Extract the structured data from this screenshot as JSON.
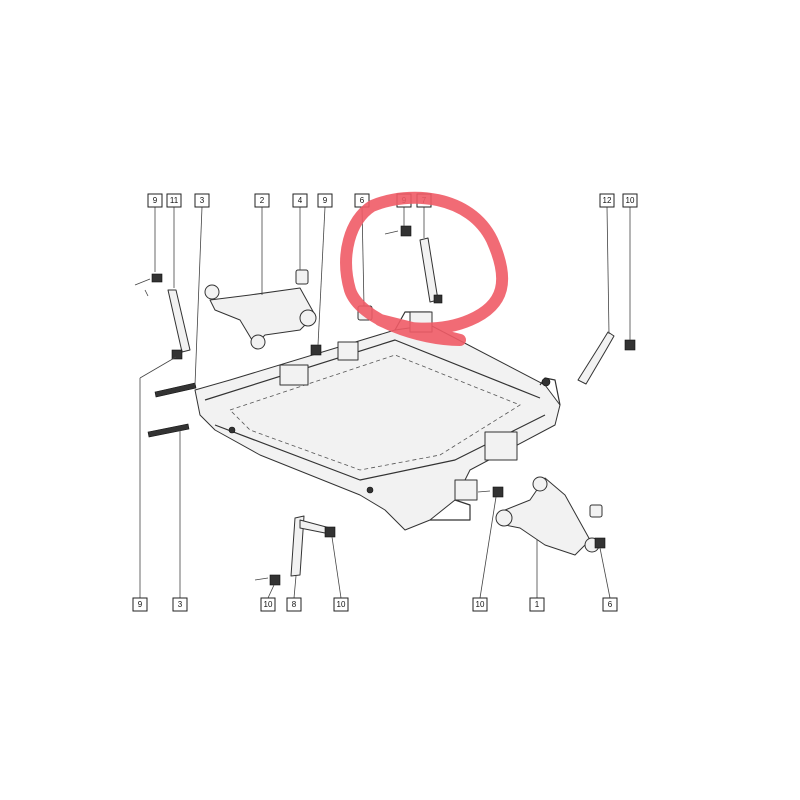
{
  "callouts": {
    "top": [
      "9",
      "11",
      "3",
      "2",
      "4",
      "9",
      "6",
      "9",
      "7",
      "12",
      "10"
    ],
    "bottom_left": [
      "9",
      "3"
    ],
    "bottom_mid": [
      "10",
      "8",
      "10"
    ],
    "bottom_right": [
      "10",
      "1",
      "6"
    ]
  },
  "highlight": {
    "color": "#ef5b66"
  }
}
